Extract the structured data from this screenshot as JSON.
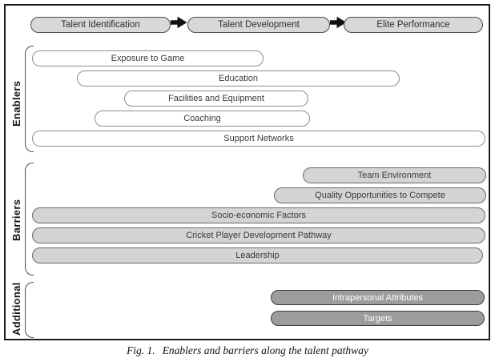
{
  "pathway": {
    "stages": [
      {
        "label": "Talent Identification"
      },
      {
        "label": "Talent Development"
      },
      {
        "label": "Elite Performance"
      }
    ],
    "arrow_icon": "right-block-arrow"
  },
  "sections": {
    "enablers": {
      "label": "Enablers",
      "items": [
        "Exposure to Game",
        "Education",
        "Facilities and Equipment",
        "Coaching",
        "Support Networks"
      ]
    },
    "barriers": {
      "label": "Barriers",
      "items": [
        "Team Environment",
        "Quality Opportunities to Compete",
        "Socio-economic Factors",
        "Cricket Player Development Pathway",
        "Leadership"
      ]
    },
    "additional": {
      "label": "Additional",
      "items": [
        "Intrapersonal Attributes",
        "Targets"
      ]
    }
  },
  "caption": {
    "fig_label": "Fig. 1.",
    "text": "Enablers and barriers along the talent pathway"
  },
  "colors": {
    "stage_fill": "#d8d8d8",
    "enabler_fill": "#ffffff",
    "barrier_fill": "#d4d4d4",
    "additional_fill": "#9c9c9c",
    "additional_text": "#ffffff",
    "arrow": "#111111"
  }
}
